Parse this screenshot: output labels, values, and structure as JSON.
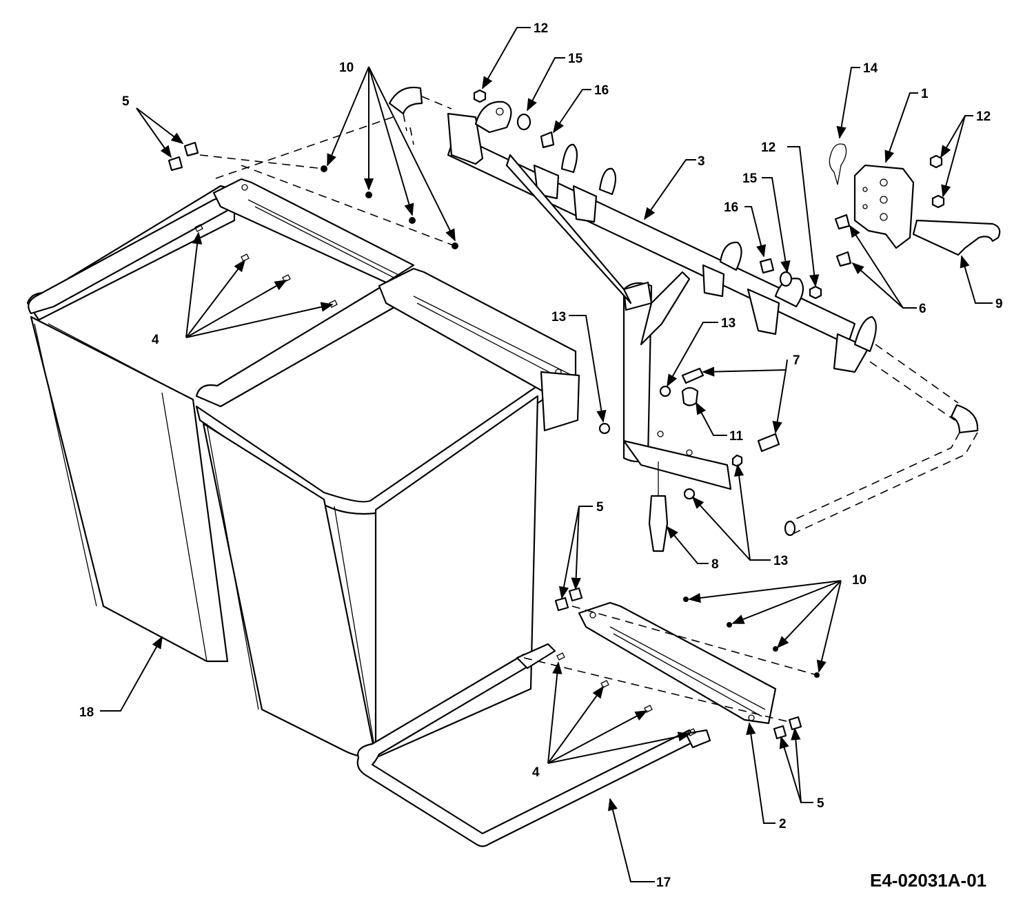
{
  "diagram_code": "E4-02031A-01",
  "callouts": {
    "c1": "1",
    "c2": "2",
    "c3": "3",
    "c4a": "4",
    "c4b": "4",
    "c5a": "5",
    "c5b": "5",
    "c5c": "5",
    "c6": "6",
    "c7": "7",
    "c8": "8",
    "c9": "9",
    "c10a": "10",
    "c10b": "10",
    "c11": "11",
    "c12a": "12",
    "c12b": "12",
    "c12c": "12",
    "c13a": "13",
    "c13b": "13",
    "c13c": "13",
    "c14": "14",
    "c15a": "15",
    "c15b": "15",
    "c16a": "16",
    "c16b": "16",
    "c17": "17",
    "c18": "18"
  }
}
